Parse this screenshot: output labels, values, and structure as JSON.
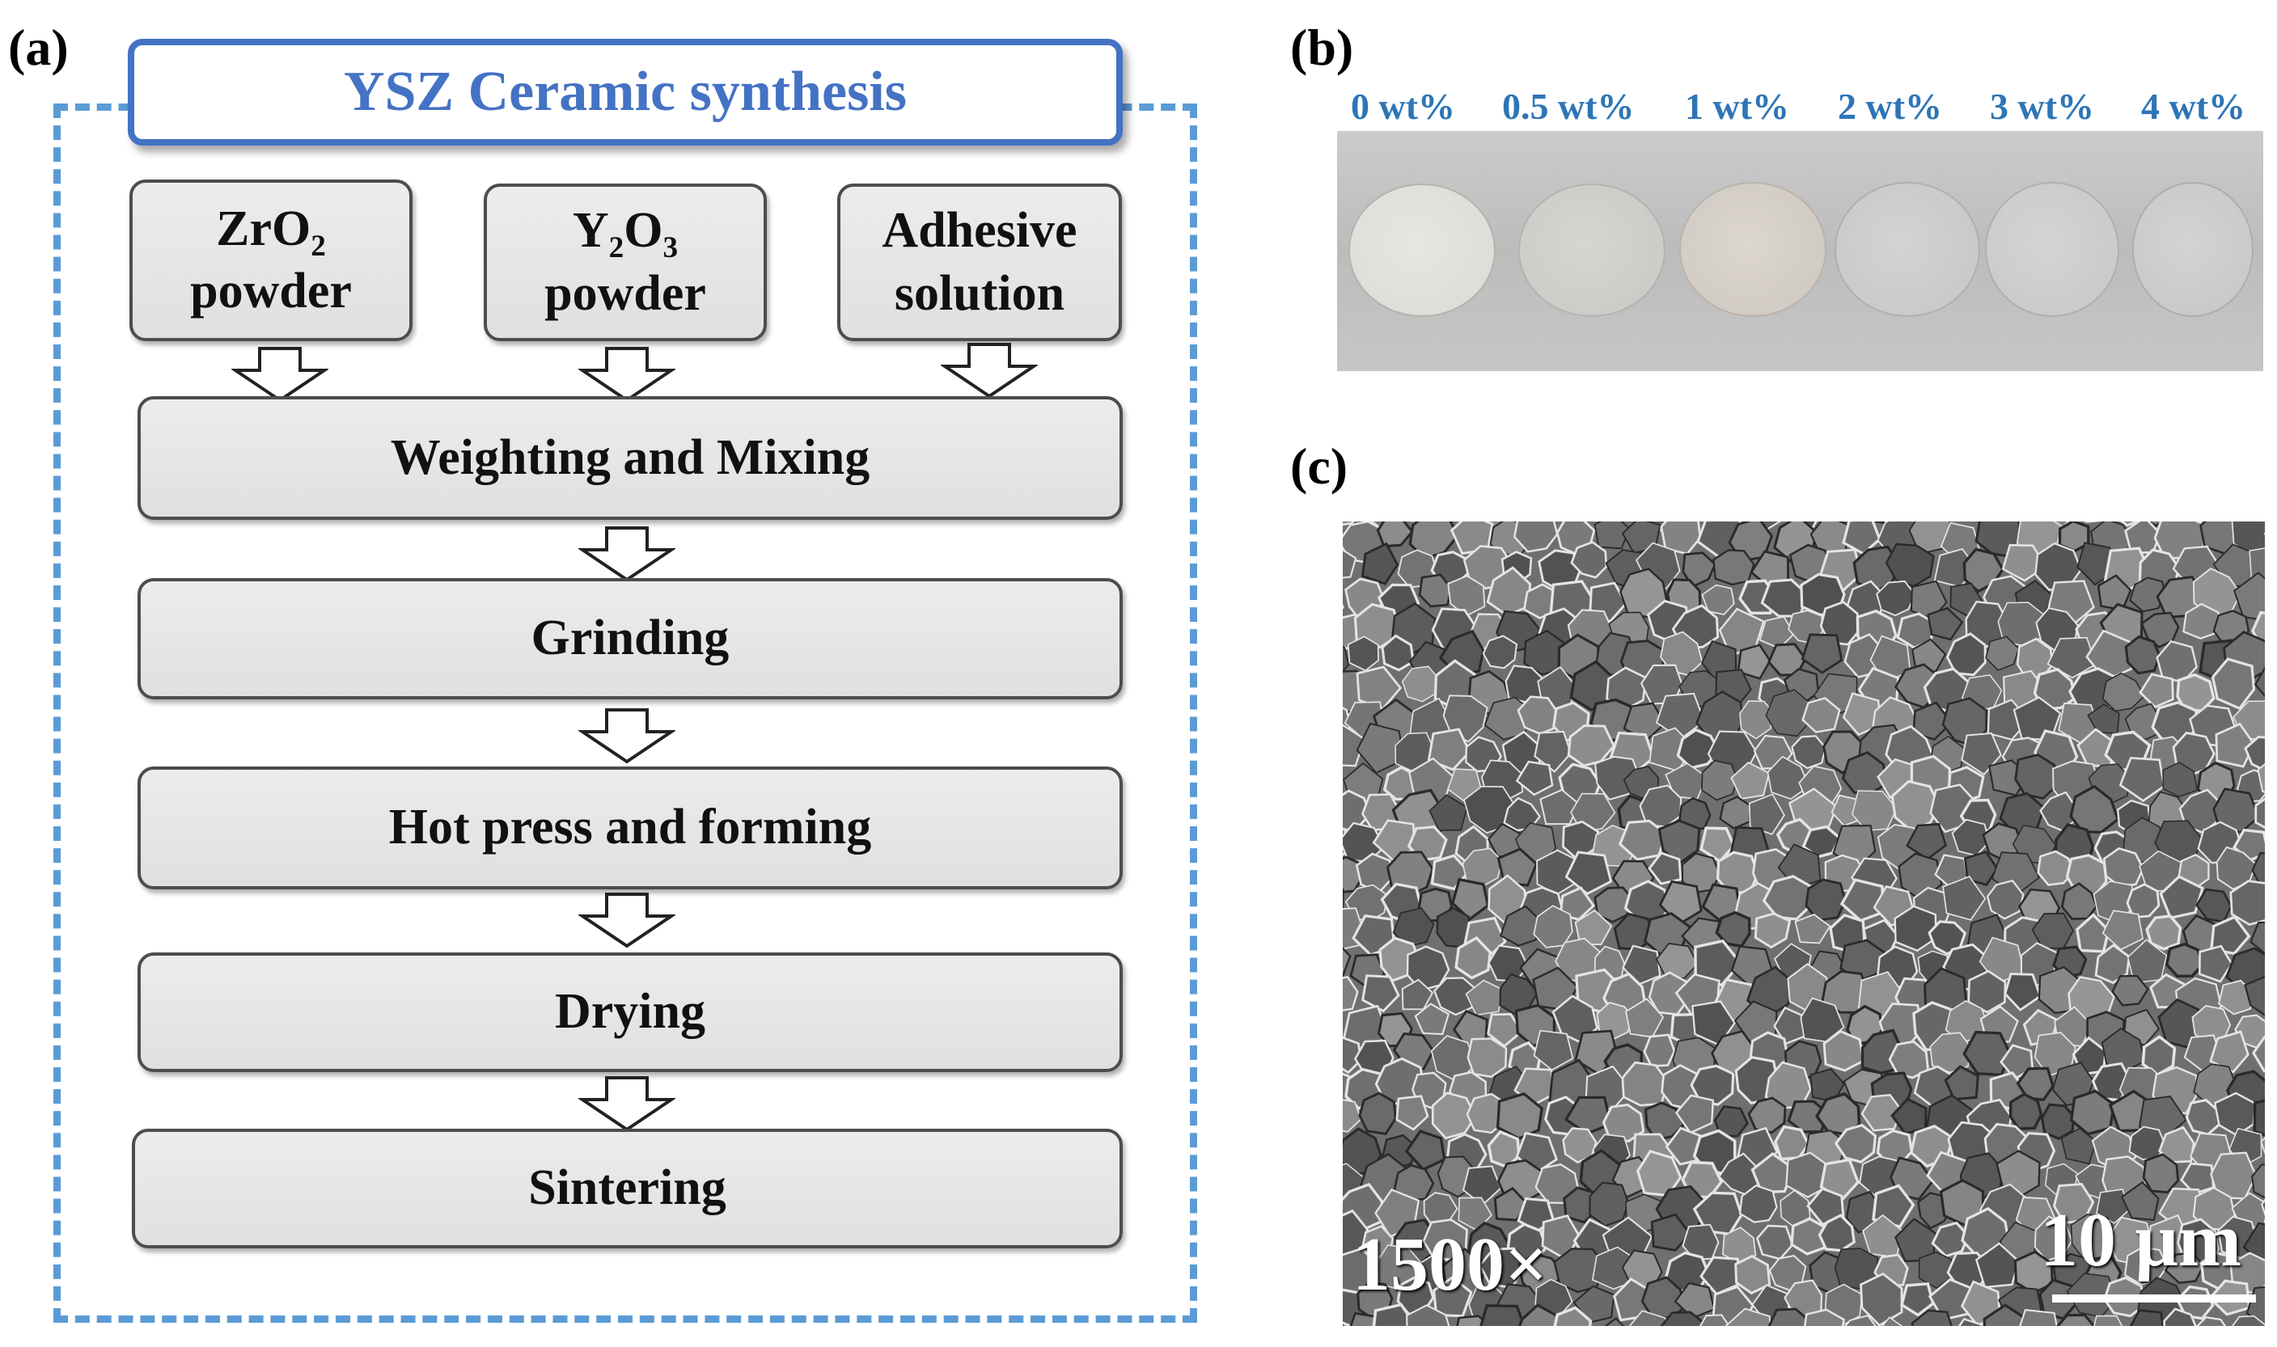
{
  "panel_a": {
    "label": "(a)",
    "title": "YSZ Ceramic synthesis",
    "inputs": {
      "zro2": {
        "formula_main": "ZrO",
        "formula_sub": "2",
        "line2": "powder"
      },
      "y2o3": {
        "formula_y": "Y",
        "formula_sub1": "2",
        "formula_o": "O",
        "formula_sub2": "3",
        "line2": "powder"
      },
      "adhesive": {
        "line1": "Adhesive",
        "line2": "solution"
      }
    },
    "steps": [
      "Weighting and Mixing",
      "Grinding",
      "Hot press and forming",
      "Drying",
      "Sintering"
    ],
    "colors": {
      "frame": "#5b9bd5",
      "title": "#4472c4",
      "box_fill": "#e6e6e6"
    }
  },
  "panel_b": {
    "label": "(b)",
    "ratios": [
      "0 wt%",
      "0.5 wt%",
      "1 wt%",
      "2 wt%",
      "3 wt%",
      "4 wt%"
    ],
    "label_color": "#2e75b6"
  },
  "panel_c": {
    "label": "(c)",
    "magnification": "1500×",
    "scale_text": "10 μm"
  }
}
